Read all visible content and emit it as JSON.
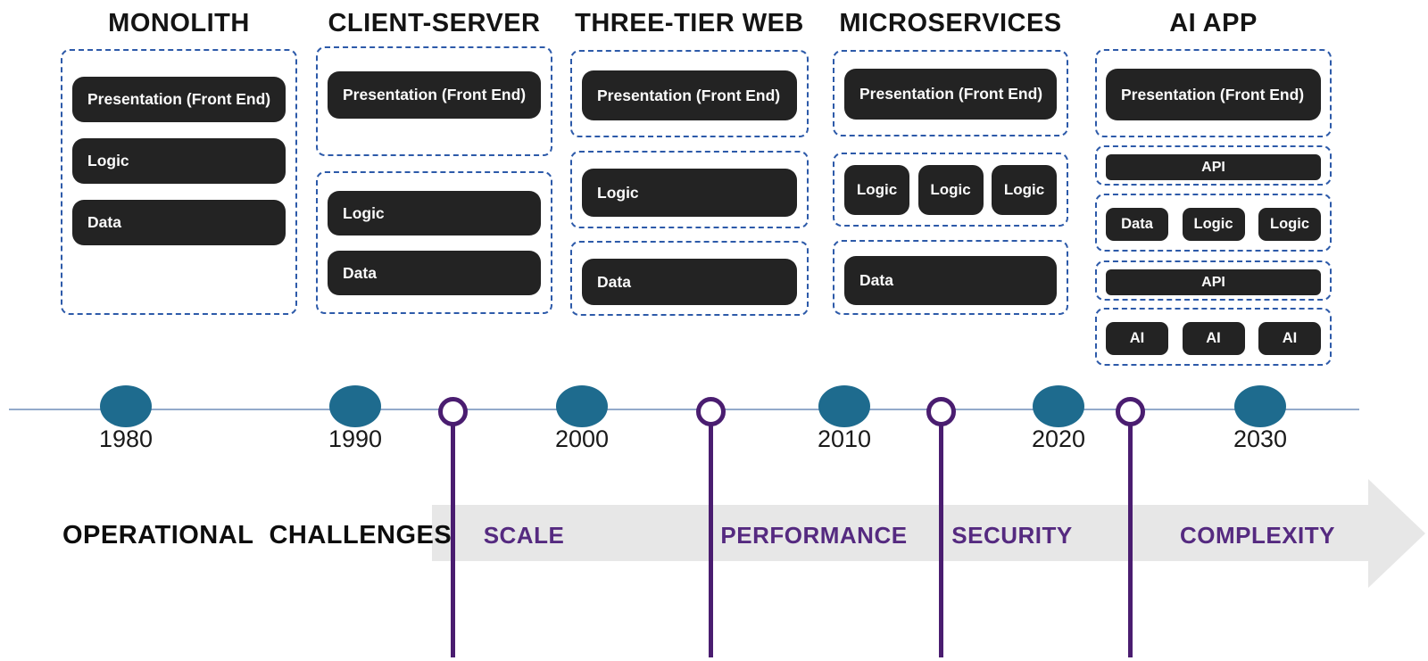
{
  "architectures": [
    {
      "title": "MONOLITH",
      "groups": [
        {
          "rows": [
            {
              "type": "wide",
              "cells": [
                "Presentation (Front End)"
              ]
            },
            {
              "type": "wide",
              "cells": [
                "Logic"
              ]
            },
            {
              "type": "wide",
              "cells": [
                "Data"
              ]
            }
          ]
        }
      ]
    },
    {
      "title": "CLIENT-SERVER",
      "groups": [
        {
          "rows": [
            {
              "type": "wide",
              "cells": [
                "Presentation (Front End)"
              ]
            }
          ]
        },
        {
          "rows": [
            {
              "type": "wide",
              "cells": [
                "Logic"
              ]
            },
            {
              "type": "wide",
              "cells": [
                "Data"
              ]
            }
          ]
        }
      ]
    },
    {
      "title": "THREE-TIER WEB",
      "groups": [
        {
          "rows": [
            {
              "type": "wide",
              "cells": [
                "Presentation (Front End)"
              ]
            }
          ]
        },
        {
          "rows": [
            {
              "type": "wide",
              "cells": [
                "Logic"
              ]
            }
          ]
        },
        {
          "rows": [
            {
              "type": "wide",
              "cells": [
                "Data"
              ]
            }
          ]
        }
      ]
    },
    {
      "title": "MICROSERVICES",
      "groups": [
        {
          "rows": [
            {
              "type": "wide",
              "cells": [
                "Presentation (Front End)"
              ]
            }
          ]
        },
        {
          "rows": [
            {
              "type": "cell",
              "cells": [
                "Logic",
                "Logic",
                "Logic"
              ]
            }
          ]
        },
        {
          "rows": [
            {
              "type": "wide",
              "cells": [
                "Data"
              ]
            }
          ]
        }
      ]
    },
    {
      "title": "AI APP",
      "groups": [
        {
          "rows": [
            {
              "type": "wide",
              "cells": [
                "Presentation (Front End)"
              ]
            }
          ]
        },
        {
          "rows": [
            {
              "type": "bar",
              "cells": [
                "API"
              ]
            }
          ]
        },
        {
          "rows": [
            {
              "type": "cell",
              "cells": [
                "Data",
                "Logic",
                "Logic"
              ]
            }
          ]
        },
        {
          "rows": [
            {
              "type": "bar",
              "cells": [
                "API"
              ]
            }
          ]
        },
        {
          "rows": [
            {
              "type": "cell",
              "cells": [
                "AI",
                "AI",
                "AI"
              ]
            }
          ]
        }
      ]
    }
  ],
  "timeline": {
    "years": [
      "1980",
      "1990",
      "2000",
      "2010",
      "2020",
      "2030"
    ]
  },
  "challenges": {
    "heading": "OPERATIONAL CHALLENGES",
    "items": [
      "SCALE",
      "PERFORMANCE",
      "SECURITY",
      "COMPLEXITY"
    ]
  },
  "colors": {
    "dashed_border_blue": "#2d5aa9",
    "tier_box_dark": "#232323",
    "era_dot_teal": "#1e6b8e",
    "milestone_purple": "#4a1d70",
    "challenge_text_purple": "#552a80",
    "band_gray": "#e7e7e7",
    "timeline_line_blue": "#93aacb"
  }
}
